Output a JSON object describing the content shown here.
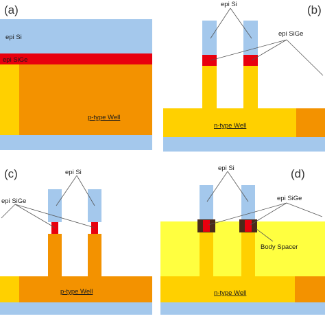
{
  "panels": {
    "a": {
      "label": "(a)",
      "epi_si": "epi Si",
      "epi_sige": "epi SiGe",
      "well": "p-type Well"
    },
    "b": {
      "label": "(b)",
      "epi_si": "epi Si",
      "epi_sige": "epi SiGe",
      "well": "n-type Well"
    },
    "c": {
      "label": "(c)",
      "epi_si": "epi Si",
      "epi_sige": "epi SiGe",
      "well": "p-type Well"
    },
    "d": {
      "label": "(d)",
      "epi_si": "epi Si",
      "epi_sige": "epi SiGe",
      "well": "n-type Well",
      "spacer": "Body Spacer"
    }
  },
  "colors": {
    "epi_si": "#a4c8ec",
    "epi_sige": "#e8000e",
    "p_well": "#f39200",
    "n_well": "#ffd000",
    "spacer": "#ffff40",
    "dark_liner": "#4a2a1a",
    "substrate": "#a4c8ec"
  }
}
